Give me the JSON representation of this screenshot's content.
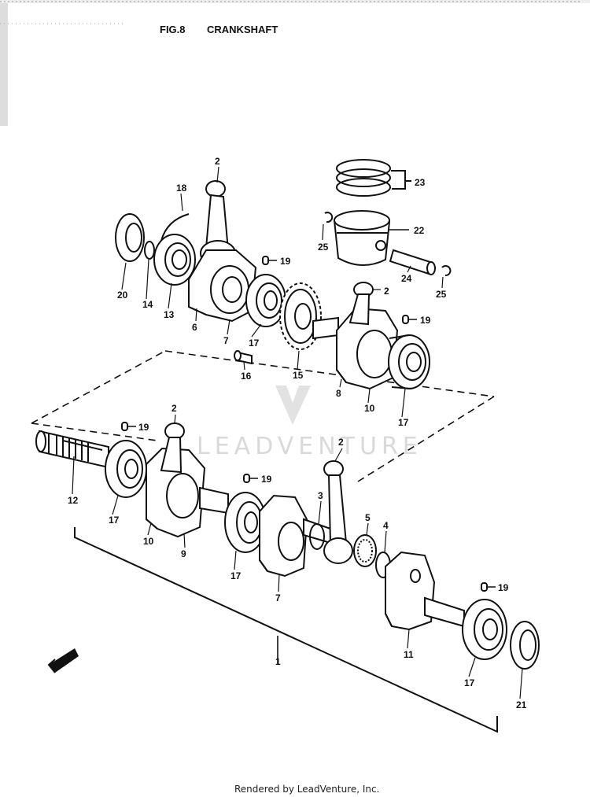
{
  "header": {
    "fig": "FIG.8",
    "title": "CRANKSHAFT"
  },
  "watermark": "LEADVENTURE",
  "footer": "Rendered by LeadVenture, Inc.",
  "callouts": [
    {
      "id": "c2a",
      "text": "2"
    },
    {
      "id": "c18",
      "text": "18"
    },
    {
      "id": "c23",
      "text": "23"
    },
    {
      "id": "c22",
      "text": "22"
    },
    {
      "id": "c25a",
      "text": "25"
    },
    {
      "id": "c24",
      "text": "24"
    },
    {
      "id": "c25b",
      "text": "25"
    },
    {
      "id": "c19a",
      "text": "19"
    },
    {
      "id": "c20",
      "text": "20"
    },
    {
      "id": "c14",
      "text": "14"
    },
    {
      "id": "c13",
      "text": "13"
    },
    {
      "id": "c6",
      "text": "6"
    },
    {
      "id": "c7a",
      "text": "7"
    },
    {
      "id": "c17a",
      "text": "17"
    },
    {
      "id": "c16",
      "text": "16"
    },
    {
      "id": "c15",
      "text": "15"
    },
    {
      "id": "c2b",
      "text": "2"
    },
    {
      "id": "c19b",
      "text": "19"
    },
    {
      "id": "c8",
      "text": "8"
    },
    {
      "id": "c10a",
      "text": "10"
    },
    {
      "id": "c17b",
      "text": "17"
    },
    {
      "id": "c2c",
      "text": "2"
    },
    {
      "id": "c19c",
      "text": "19"
    },
    {
      "id": "c19d",
      "text": "19"
    },
    {
      "id": "c2d",
      "text": "2"
    },
    {
      "id": "c12",
      "text": "12"
    },
    {
      "id": "c17c",
      "text": "17"
    },
    {
      "id": "c10b",
      "text": "10"
    },
    {
      "id": "c9",
      "text": "9"
    },
    {
      "id": "c17d",
      "text": "17"
    },
    {
      "id": "c3",
      "text": "3"
    },
    {
      "id": "c5",
      "text": "5"
    },
    {
      "id": "c4",
      "text": "4"
    },
    {
      "id": "c7b",
      "text": "7"
    },
    {
      "id": "c19e",
      "text": "19"
    },
    {
      "id": "c11",
      "text": "11"
    },
    {
      "id": "c1",
      "text": "1"
    },
    {
      "id": "c17e",
      "text": "17"
    },
    {
      "id": "c21",
      "text": "21"
    }
  ]
}
